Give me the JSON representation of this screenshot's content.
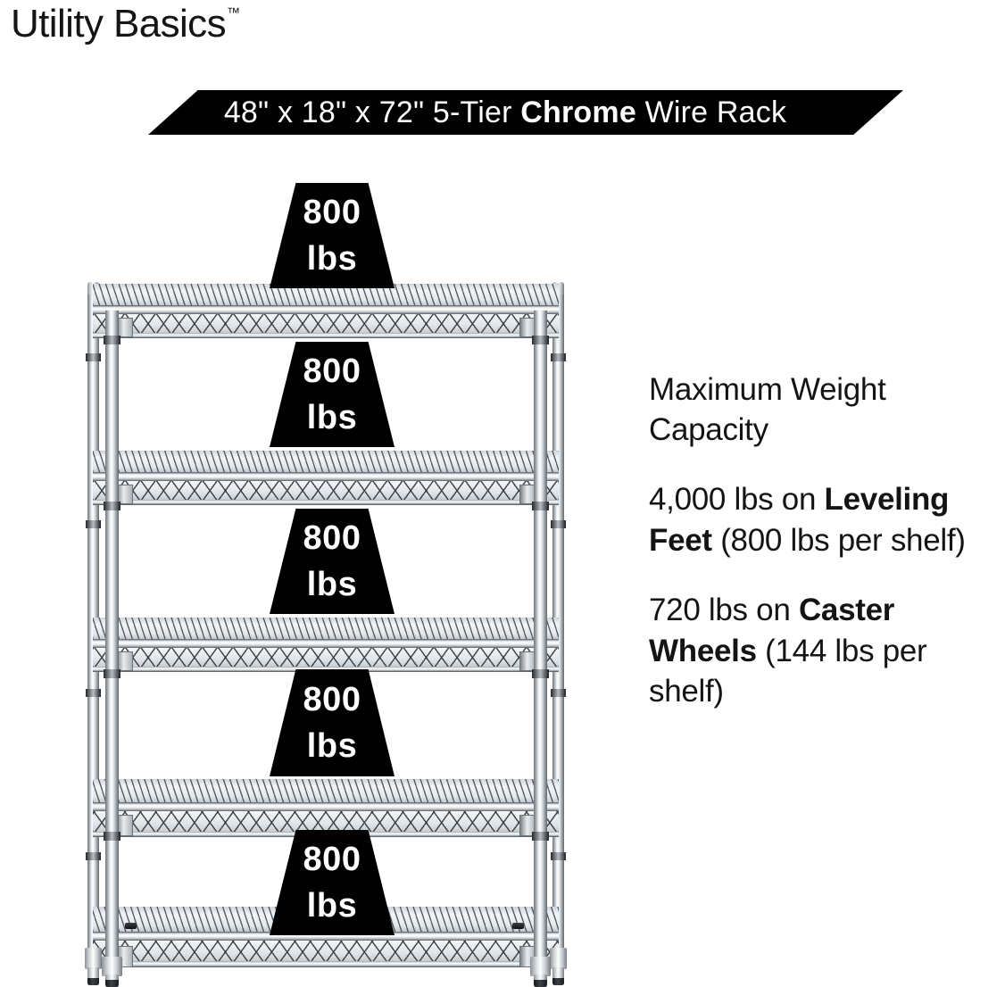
{
  "brand": {
    "name": "Utility Basics",
    "trademark": "™"
  },
  "banner": {
    "prefix": "48\" x 18\" x 72\" 5-Tier ",
    "emphasis": "Chrome",
    "suffix": " Wire Rack",
    "background_color": "#000000",
    "text_color": "#ffffff"
  },
  "info": {
    "heading": "Maximum Weight Capacity",
    "paragraphs": [
      {
        "lead": "4,000 lbs on ",
        "emphasis": "Leveling Feet",
        "tail": " (800 lbs per shelf)"
      },
      {
        "lead": "720 lbs on ",
        "emphasis": "Caster Wheels",
        "tail": " (144 lbs per shelf)"
      }
    ]
  },
  "product": {
    "tier_count": 5,
    "shelf_capacity_value": "800",
    "shelf_capacity_unit": "lbs",
    "callouts": [
      {
        "value": "800",
        "unit": "lbs"
      },
      {
        "value": "800",
        "unit": "lbs"
      },
      {
        "value": "800",
        "unit": "lbs"
      },
      {
        "value": "800",
        "unit": "lbs"
      },
      {
        "value": "800",
        "unit": "lbs"
      }
    ]
  },
  "colors": {
    "ink": "#141414",
    "banner_bg": "#000000",
    "callout_bg": "#000000",
    "callout_text": "#ffffff",
    "chrome_light": "#ffffff",
    "chrome_mid": "#c9ced2",
    "chrome_dark": "#5e656b",
    "page_bg": "#ffffff"
  }
}
